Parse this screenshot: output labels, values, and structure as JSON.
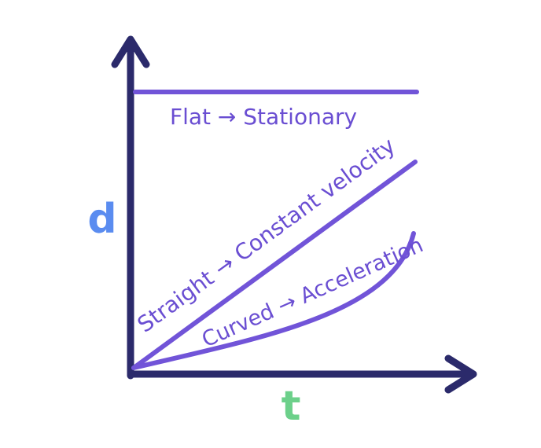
{
  "axes": {
    "y_label": "d",
    "x_label": "t"
  },
  "lines": {
    "flat": {
      "label": "Flat → Stationary"
    },
    "straight": {
      "label": "Straight → Constant velocity"
    },
    "curved": {
      "label": "Curved → Acceleration"
    }
  },
  "colors": {
    "axis": "#2b2a6b",
    "line": "#7154d8",
    "label_text": "#6a4ed2",
    "d_label": "#5a8cf0",
    "t_label": "#6cd08a",
    "background": "#ffffff"
  }
}
